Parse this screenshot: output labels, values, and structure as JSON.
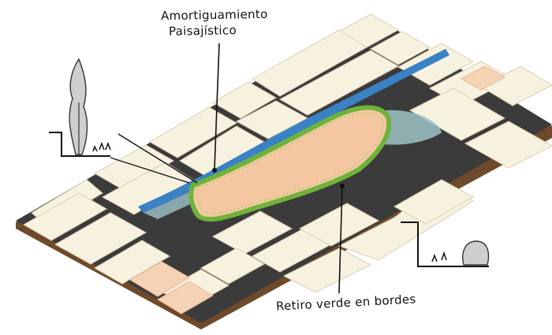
{
  "annotations": {
    "landscape_buffer_line1": "Amortiguamiento",
    "landscape_buffer_line2": "Paisajístico",
    "green_setback": "Retiro verde en bordes"
  },
  "palette": {
    "block_top": "#f7f2e0",
    "block_side": "#cfc7ae",
    "road": "#3b3b3b",
    "river": "#3a82c4",
    "river_bank": "#9fc3c8",
    "park_fill": "#f4c7a1",
    "park_border": "#6fb33a",
    "highlight_block": "#f6d2b4",
    "ground_edge": "#6e4a2a",
    "ink": "#111111",
    "tree_fill": "#cfcfcf"
  }
}
